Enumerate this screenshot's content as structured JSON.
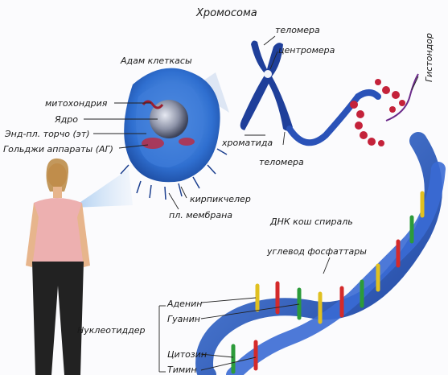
{
  "title": "Хромосома",
  "labels": {
    "cell": "Адам клеткасы",
    "mitochondria": "митохондрия",
    "nucleus": "Ядро",
    "er": "Энд-пл. торчо (эт)",
    "golgi": "Гольджи аппараты (АГ)",
    "cilia": "кирпикчелер",
    "membrane": "пл. мембрана",
    "telomere_top": "теломера",
    "centromere": "центромера",
    "chromatid": "хроматида",
    "telomere_bottom": "теломера",
    "histone": "Гистондор",
    "dna_helix": "ДНК кош спираль",
    "sugar_phosphate": "углевод фосфаттары",
    "nucleotides": "Нуклеотиддер",
    "adenine": "Аденин",
    "guanine": "Гуанин",
    "cytosine": "Цитозин",
    "thymine": "Тимин"
  },
  "colors": {
    "cell": "#2f6fd0",
    "chromosome": "#1f3f9a",
    "histone": "#c4223a",
    "helix": "#2a5fc9",
    "adenine": "#e0c020",
    "guanine": "#2c9b3a",
    "cytosine": "#2c9b3a",
    "thymine": "#d42a2a"
  }
}
